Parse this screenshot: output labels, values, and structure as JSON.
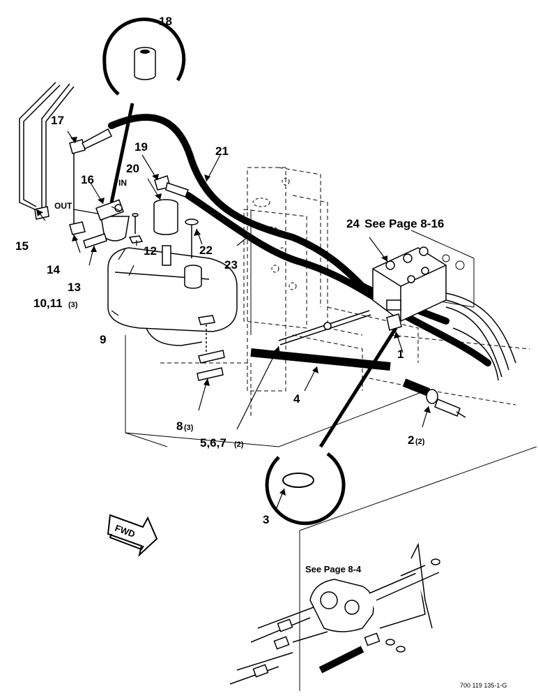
{
  "callouts": {
    "c1": "1",
    "c2": "2",
    "c2_qty": "(2)",
    "c3": "3",
    "c4": "4",
    "c567": "5,6,7",
    "c567_qty": "(2)",
    "c8": "8",
    "c8_qty": "(3)",
    "c9": "9",
    "c1011": "10,11",
    "c1011_qty": "(3)",
    "c12": "12",
    "c13": "13",
    "c14": "14",
    "c15": "15",
    "c16": "16",
    "c17": "17",
    "c18": "18",
    "c19": "19",
    "c20": "20",
    "c21": "21",
    "c22": "22",
    "c23": "23",
    "c24": "24"
  },
  "notes": {
    "see_page_816": "See Page 8-16",
    "see_page_84": "See Page 8-4",
    "in_label": "IN",
    "out_label": "OUT",
    "fwd_label": "FWD",
    "drawing_number": "700 119 135-1-G"
  }
}
